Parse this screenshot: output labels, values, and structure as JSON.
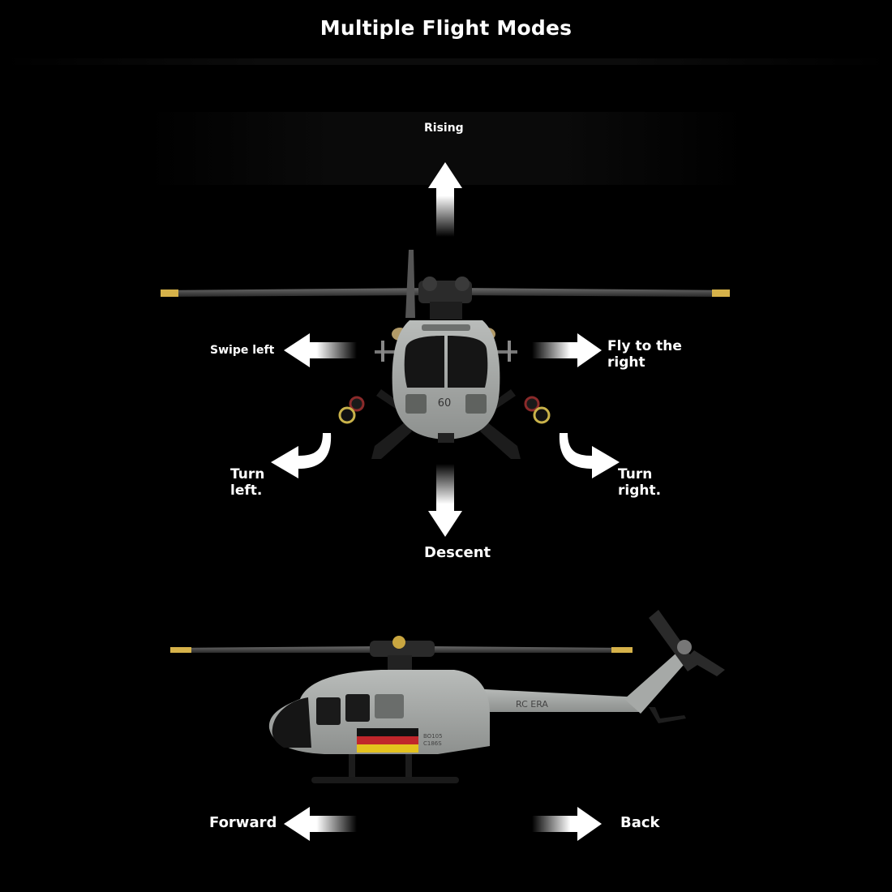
{
  "title": "Multiple Flight Modes",
  "modes": {
    "rising": "Rising",
    "swipe_left": "Swipe left",
    "fly_right_line1": "Fly to the",
    "fly_right_line2": "right",
    "turn_left_line1": "Turn",
    "turn_left_line2": "left.",
    "turn_right_line1": "Turn",
    "turn_right_line2": "right.",
    "descent": "Descent",
    "forward": "Forward",
    "back": "Back"
  },
  "helicopter": {
    "front_number": "60",
    "side_brand": "RC ERA",
    "side_model_line1": "BO105",
    "side_model_line2": "C186S"
  },
  "colors": {
    "background": "#000000",
    "body_gray": "#a3a6a4",
    "blade_tip": "#d6b24a"
  }
}
